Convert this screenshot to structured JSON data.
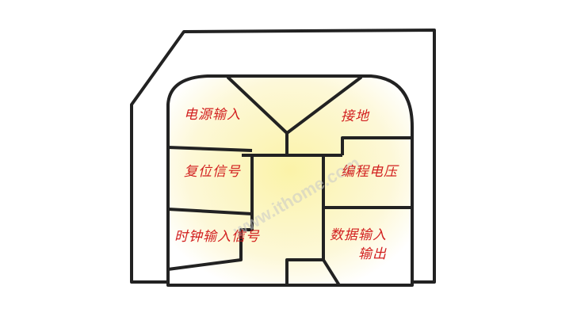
{
  "watermark": "www.ithome.com",
  "contacts": {
    "power_input": "电源输入",
    "ground": "接地",
    "reset_signal": "复位信号",
    "programming_voltage": "编程电压",
    "clock_input_signal": "时钟输入信号",
    "data_io_line1": "数据输入",
    "data_io_line2": "输出"
  },
  "colors": {
    "outline": "#222222",
    "chip_fill": "#f7f0b0",
    "label_text": "#d21f1f"
  }
}
